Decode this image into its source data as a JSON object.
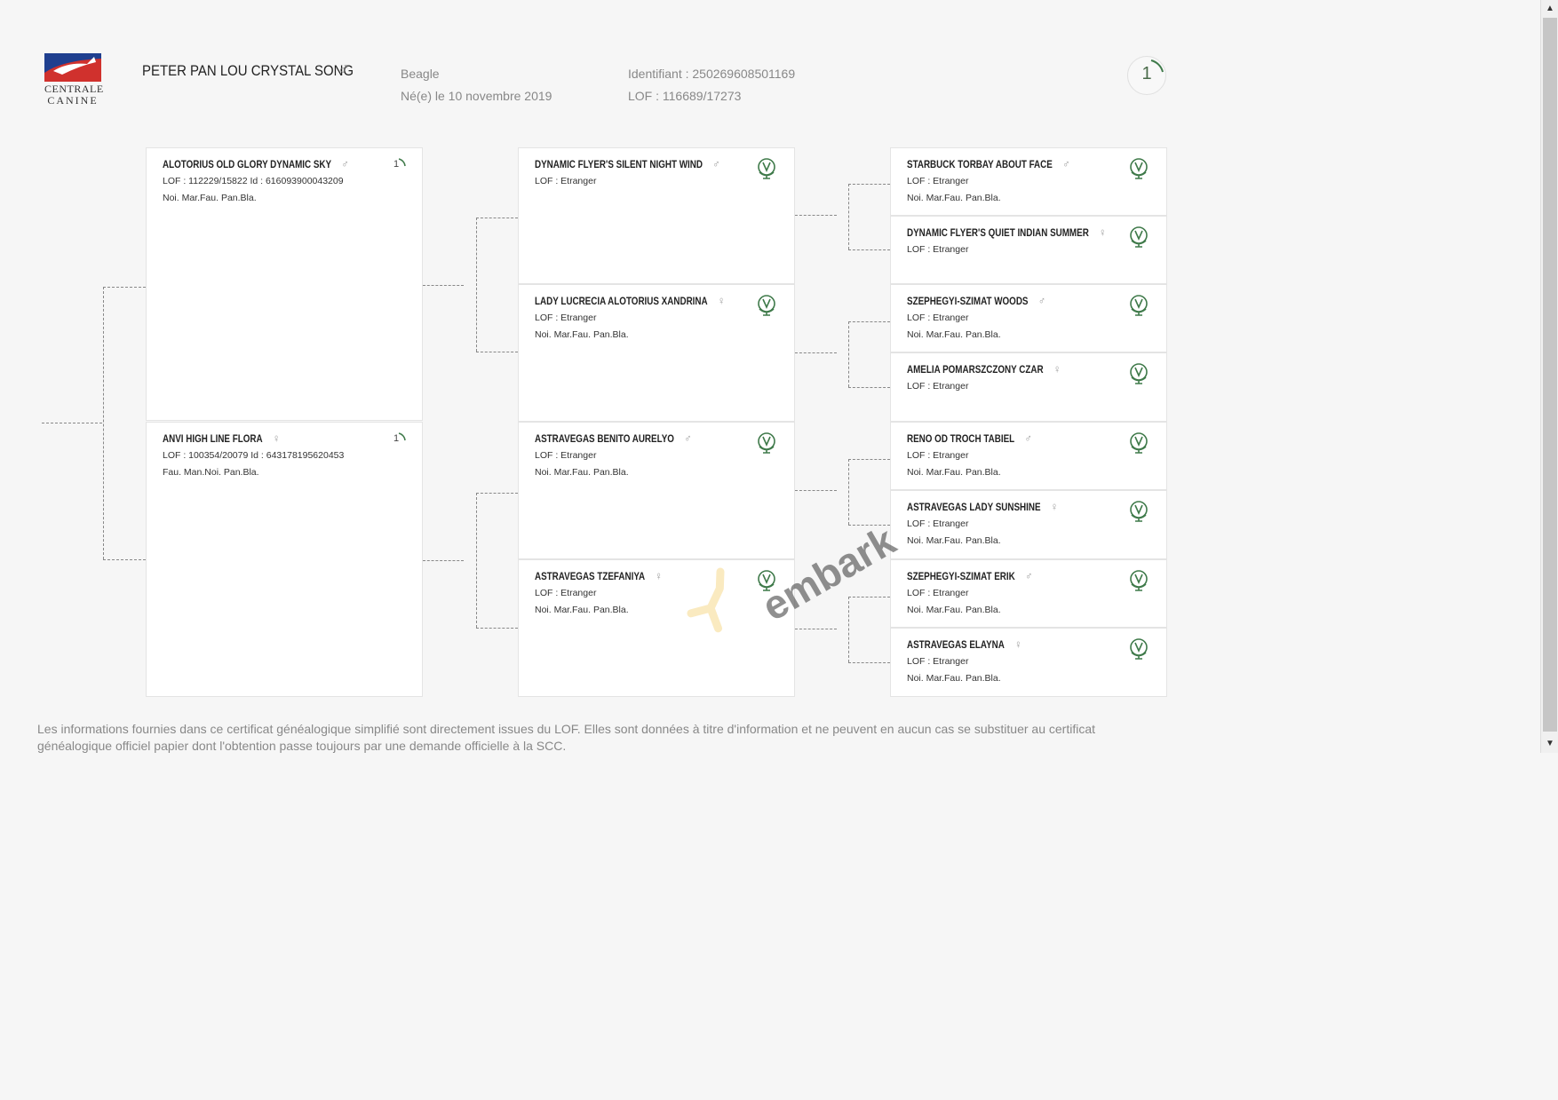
{
  "header": {
    "org_line1": "CENTRALE",
    "org_line2": "CANINE",
    "dog_name": "PETER PAN LOU CRYSTAL SONG",
    "dog_sex": "♂",
    "breed": "Beagle",
    "birth": "Né(e) le 10 novembre 2019",
    "identifiant": "Identifiant : 250269608501169",
    "lof": "LOF : 116689/17273",
    "generation_badge": "1"
  },
  "colors": {
    "logo_blue": "#1f3f8f",
    "logo_red": "#d0312d",
    "icon_green": "#3f7a4a"
  },
  "pedigree": {
    "sire": {
      "name": "ALOTORIUS OLD GLORY DYNAMIC SKY",
      "sex": "♂",
      "line1": "LOF : 112229/15822   Id : 616093900043209",
      "line2": "Noi. Mar.Fau. Pan.Bla.",
      "badge": "1"
    },
    "dam": {
      "name": "ANVI HIGH LINE FLORA",
      "sex": "♀",
      "line1": "LOF : 100354/20079   Id : 643178195620453",
      "line2": "Fau. Man.Noi. Pan.Bla.",
      "badge": "1"
    },
    "gen2": [
      {
        "name": "DYNAMIC FLYER'S SILENT NIGHT WIND",
        "sex": "♂",
        "line1": "LOF : Etranger",
        "line2": ""
      },
      {
        "name": "LADY LUCRECIA ALOTORIUS XANDRINA",
        "sex": "♀",
        "line1": "LOF : Etranger",
        "line2": "Noi. Mar.Fau. Pan.Bla."
      },
      {
        "name": "ASTRAVEGAS BENITO AURELYO",
        "sex": "♂",
        "line1": "LOF : Etranger",
        "line2": "Noi. Mar.Fau. Pan.Bla."
      },
      {
        "name": "ASTRAVEGAS TZEFANIYA",
        "sex": "♀",
        "line1": "LOF : Etranger",
        "line2": "Noi. Mar.Fau. Pan.Bla."
      }
    ],
    "gen3": [
      {
        "name": "STARBUCK TORBAY ABOUT FACE",
        "sex": "♂",
        "line1": "LOF : Etranger",
        "line2": "Noi. Mar.Fau. Pan.Bla."
      },
      {
        "name": "DYNAMIC FLYER'S QUIET INDIAN SUMMER",
        "sex": "♀",
        "line1": "LOF : Etranger",
        "line2": ""
      },
      {
        "name": "SZEPHEGYI-SZIMAT WOODS",
        "sex": "♂",
        "line1": "LOF : Etranger",
        "line2": "Noi. Mar.Fau. Pan.Bla."
      },
      {
        "name": "AMELIA POMARSZCZONY CZAR",
        "sex": "♀",
        "line1": "LOF : Etranger",
        "line2": ""
      },
      {
        "name": "RENO OD TROCH TABIEL",
        "sex": "♂",
        "line1": "LOF : Etranger",
        "line2": "Noi. Mar.Fau. Pan.Bla."
      },
      {
        "name": "ASTRAVEGAS LADY SUNSHINE",
        "sex": "♀",
        "line1": "LOF : Etranger",
        "line2": "Noi. Mar.Fau. Pan.Bla."
      },
      {
        "name": "SZEPHEGYI-SZIMAT ERIK",
        "sex": "♂",
        "line1": "LOF : Etranger",
        "line2": "Noi. Mar.Fau. Pan.Bla."
      },
      {
        "name": "ASTRAVEGAS ELAYNA",
        "sex": "♀",
        "line1": "LOF : Etranger",
        "line2": "Noi. Mar.Fau. Pan.Bla."
      }
    ]
  },
  "disclaimer": "Les informations fournies dans ce certificat généalogique simplifié sont directement issues du LOF. Elles sont données à titre d'information et ne peuvent en aucun cas se substituer au certificat généalogique officiel papier dont l'obtention passe toujours par une demande officielle à la SCC.",
  "watermark": "embark",
  "scrollbar": {
    "up": "▲",
    "down": "▼"
  }
}
